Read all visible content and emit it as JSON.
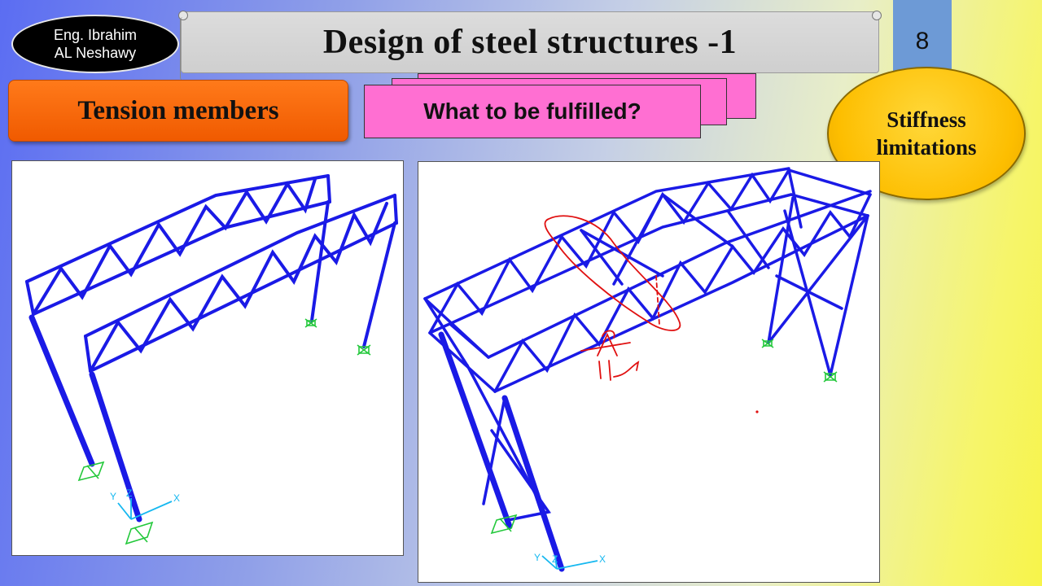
{
  "header": {
    "author_line1": "Eng. Ibrahim",
    "author_line2": "AL Neshawy",
    "title": "Design of steel structures -1",
    "page_number": "8"
  },
  "section": {
    "topic": "Tension members",
    "question": "What to be fulfilled?",
    "answer_line1": "Stiffness",
    "answer_line2": "limitations"
  },
  "figures": {
    "axis_x": "X",
    "axis_y": "Y",
    "axis_z": "Z"
  },
  "colors": {
    "member": "#1a1ae6",
    "support": "#22c83a",
    "sketch": "#e01010",
    "axes": "#16b8f0"
  }
}
